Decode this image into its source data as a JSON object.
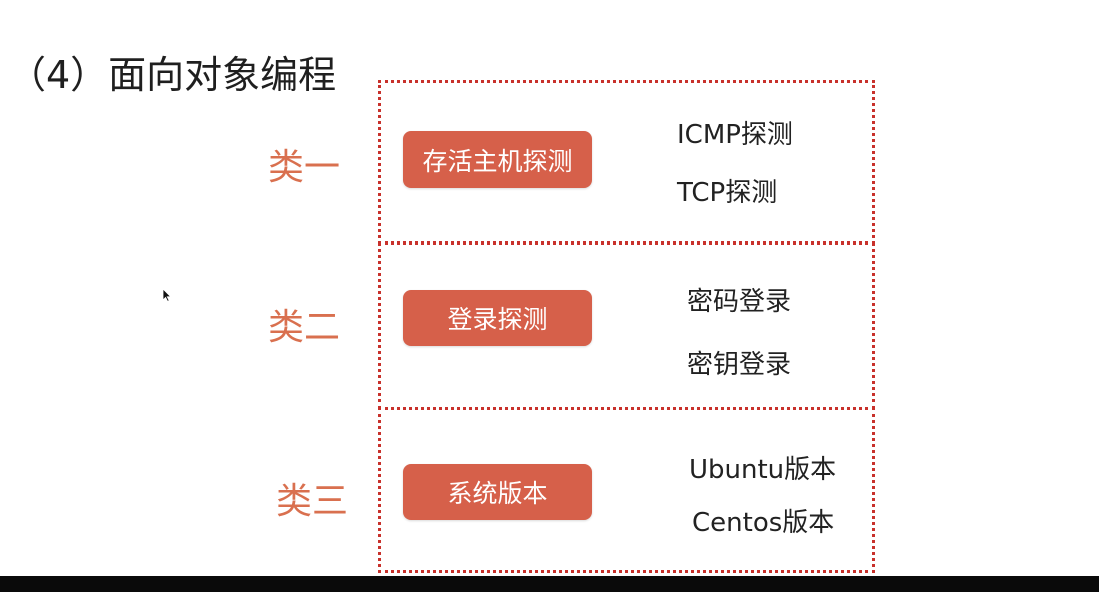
{
  "title": "（4）面向对象编程",
  "classes": [
    {
      "label": "类一",
      "module": "存活主机探测",
      "items": [
        "ICMP探测",
        "TCP探测"
      ]
    },
    {
      "label": "类二",
      "module": "登录探测",
      "items": [
        "密码登录",
        "密钥登录"
      ]
    },
    {
      "label": "类三",
      "module": "系统版本",
      "items": [
        "Ubuntu版本",
        "Centos版本"
      ]
    }
  ],
  "colors": {
    "label": "#d9704f",
    "pill": "#d6604a",
    "border": "#c8312b",
    "text": "#222222"
  },
  "icons": {
    "cursor": "mouse-pointer-icon"
  }
}
